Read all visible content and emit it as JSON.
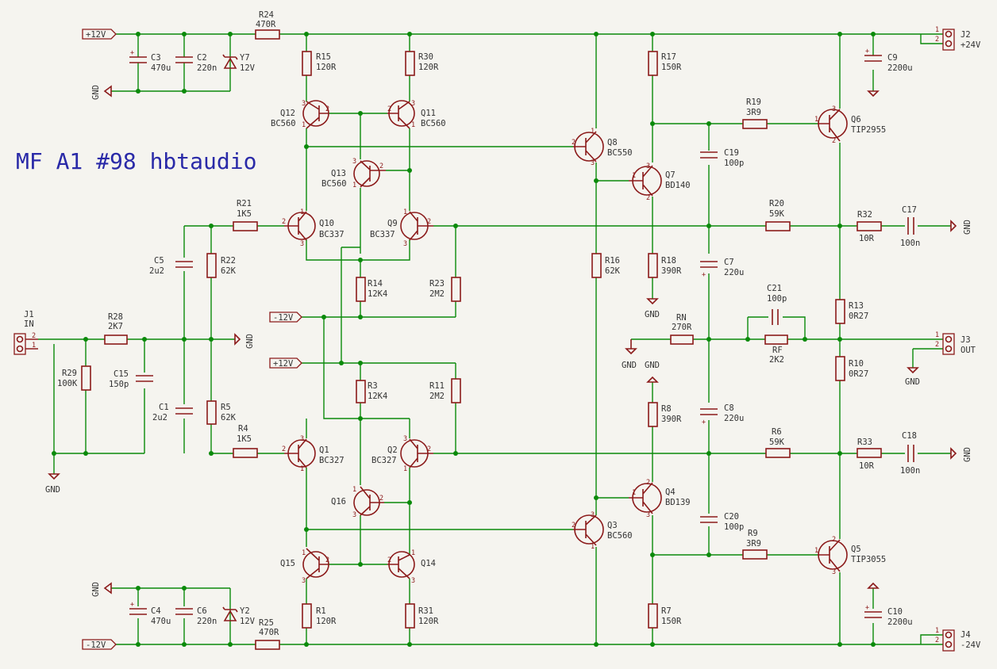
{
  "title": "MF A1 #98 hbtaudio",
  "rails": {
    "pos": "+12V",
    "neg": "-12V",
    "gnd": "GND"
  },
  "connectors": {
    "J1": {
      "ref": "J1",
      "name": "IN",
      "pins": [
        "2",
        "1"
      ]
    },
    "J2": {
      "ref": "J2",
      "name": "+24V",
      "pins": [
        "1",
        "2"
      ]
    },
    "J3": {
      "ref": "J3",
      "name": "OUT",
      "pins": [
        "1",
        "2"
      ]
    },
    "J4": {
      "ref": "J4",
      "name": "-24V",
      "pins": [
        "1",
        "2"
      ]
    }
  },
  "resistors": [
    {
      "ref": "R24",
      "value": "470R"
    },
    {
      "ref": "R15",
      "value": "120R"
    },
    {
      "ref": "R30",
      "value": "120R"
    },
    {
      "ref": "R17",
      "value": "150R"
    },
    {
      "ref": "R19",
      "value": "3R9"
    },
    {
      "ref": "R21",
      "value": "1K5"
    },
    {
      "ref": "R22",
      "value": "62K"
    },
    {
      "ref": "R14",
      "value": "12K4"
    },
    {
      "ref": "R23",
      "value": "2M2"
    },
    {
      "ref": "R16",
      "value": "62K"
    },
    {
      "ref": "R18",
      "value": "390R"
    },
    {
      "ref": "R20",
      "value": "59K"
    },
    {
      "ref": "R32",
      "value": "10R"
    },
    {
      "ref": "R13",
      "value": "0R27"
    },
    {
      "ref": "RN",
      "value": "270R"
    },
    {
      "ref": "RF",
      "value": "2K2"
    },
    {
      "ref": "R10",
      "value": "0R27"
    },
    {
      "ref": "R28",
      "value": "2K7"
    },
    {
      "ref": "R29",
      "value": "100K"
    },
    {
      "ref": "R3",
      "value": "12K4"
    },
    {
      "ref": "R11",
      "value": "2M2"
    },
    {
      "ref": "R5",
      "value": "62K"
    },
    {
      "ref": "R4",
      "value": "1K5"
    },
    {
      "ref": "R8",
      "value": "390R"
    },
    {
      "ref": "R6",
      "value": "59K"
    },
    {
      "ref": "R33",
      "value": "10R"
    },
    {
      "ref": "R9",
      "value": "3R9"
    },
    {
      "ref": "R1",
      "value": "120R"
    },
    {
      "ref": "R31",
      "value": "120R"
    },
    {
      "ref": "R7",
      "value": "150R"
    },
    {
      "ref": "R25",
      "value": "470R"
    }
  ],
  "capacitors": [
    {
      "ref": "C3",
      "value": "470u"
    },
    {
      "ref": "C2",
      "value": "220n"
    },
    {
      "ref": "C9",
      "value": "2200u"
    },
    {
      "ref": "C19",
      "value": "100p"
    },
    {
      "ref": "C5",
      "value": "2u2"
    },
    {
      "ref": "C17",
      "value": "100n"
    },
    {
      "ref": "C7",
      "value": "220u"
    },
    {
      "ref": "C21",
      "value": "100p"
    },
    {
      "ref": "C15",
      "value": "150p"
    },
    {
      "ref": "C1",
      "value": "2u2"
    },
    {
      "ref": "C8",
      "value": "220u"
    },
    {
      "ref": "C18",
      "value": "100n"
    },
    {
      "ref": "C20",
      "value": "100p"
    },
    {
      "ref": "C4",
      "value": "470u"
    },
    {
      "ref": "C6",
      "value": "220n"
    },
    {
      "ref": "C10",
      "value": "2200u"
    }
  ],
  "zeners": [
    {
      "ref": "Y7",
      "value": "12V"
    },
    {
      "ref": "Y2",
      "value": "12V"
    }
  ],
  "transistors": [
    {
      "ref": "Q12",
      "type": "BC560"
    },
    {
      "ref": "Q11",
      "type": "BC560"
    },
    {
      "ref": "Q8",
      "type": "BC550"
    },
    {
      "ref": "Q6",
      "type": "TIP2955"
    },
    {
      "ref": "Q13",
      "type": "BC560"
    },
    {
      "ref": "Q7",
      "type": "BD140"
    },
    {
      "ref": "Q10",
      "type": "BC337"
    },
    {
      "ref": "Q9",
      "type": "BC337"
    },
    {
      "ref": "Q1",
      "type": "BC327"
    },
    {
      "ref": "Q2",
      "type": "BC327"
    },
    {
      "ref": "Q4",
      "type": "BD139"
    },
    {
      "ref": "Q16",
      "type": ""
    },
    {
      "ref": "Q3",
      "type": "BC560"
    },
    {
      "ref": "Q15",
      "type": ""
    },
    {
      "ref": "Q14",
      "type": ""
    },
    {
      "ref": "Q5",
      "type": "TIP3055"
    }
  ],
  "pin_labels": {
    "p1": "1",
    "p2": "2",
    "p3": "3"
  },
  "colors": {
    "wire": "#0b8a0b",
    "component": "#8b1a1a",
    "text": "#333333",
    "title": "#2a2aa8",
    "background": "#f5f4ef"
  }
}
